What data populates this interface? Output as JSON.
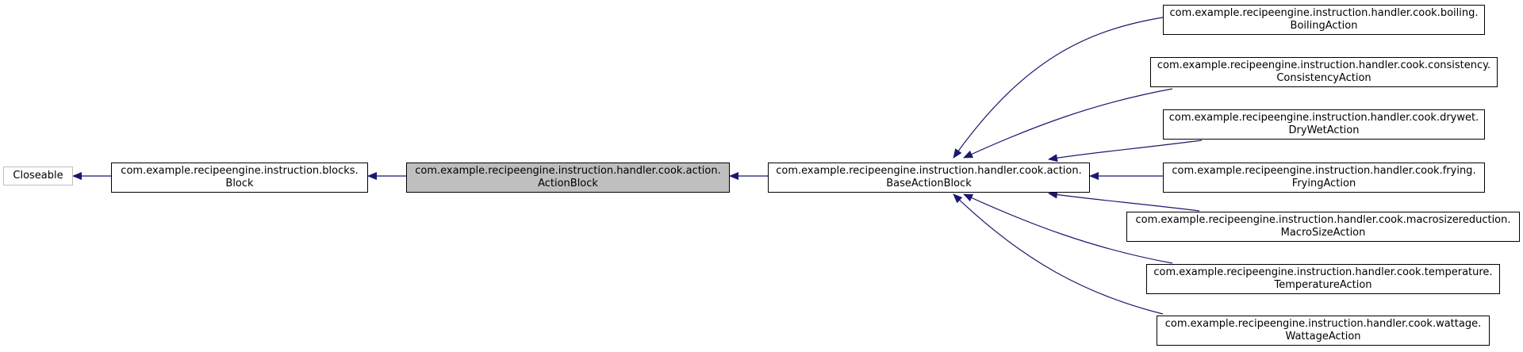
{
  "diagram": {
    "edge_color": "#191970",
    "nodes": {
      "closeable": {
        "line1": "Closeable"
      },
      "block": {
        "line1": "com.example.recipeengine.instruction.blocks.",
        "line2": "Block"
      },
      "action_block": {
        "line1": "com.example.recipeengine.instruction.handler.cook.action.",
        "line2": "ActionBlock"
      },
      "base_action_block": {
        "line1": "com.example.recipeengine.instruction.handler.cook.action.",
        "line2": "BaseActionBlock"
      },
      "boiling_action": {
        "line1": "com.example.recipeengine.instruction.handler.cook.boiling.",
        "line2": "BoilingAction"
      },
      "consistency_action": {
        "line1": "com.example.recipeengine.instruction.handler.cook.consistency.",
        "line2": "ConsistencyAction"
      },
      "drywet_action": {
        "line1": "com.example.recipeengine.instruction.handler.cook.drywet.",
        "line2": "DryWetAction"
      },
      "frying_action": {
        "line1": "com.example.recipeengine.instruction.handler.cook.frying.",
        "line2": "FryingAction"
      },
      "macrosize_action": {
        "line1": "com.example.recipeengine.instruction.handler.cook.macrosizereduction.",
        "line2": "MacroSizeAction"
      },
      "temperature_action": {
        "line1": "com.example.recipeengine.instruction.handler.cook.temperature.",
        "line2": "TemperatureAction"
      },
      "wattage_action": {
        "line1": "com.example.recipeengine.instruction.handler.cook.wattage.",
        "line2": "WattageAction"
      }
    }
  }
}
